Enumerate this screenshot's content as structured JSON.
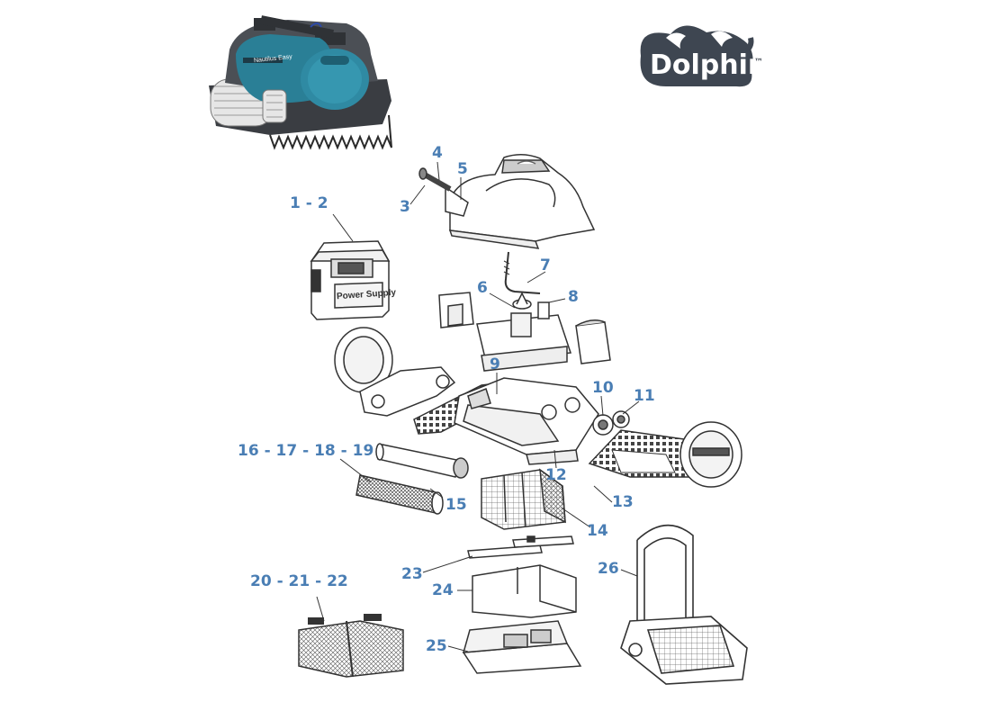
{
  "brand": {
    "logo_text": "Dolphin",
    "trademark": "™",
    "product_badge": "Nautilus Easy"
  },
  "colors": {
    "callout": "#4a7eb4",
    "line_art": "#333333",
    "robot_body": "#2a7f96",
    "robot_shell": "#4b4f55",
    "logo_dark": "#3e4651"
  },
  "parts": {
    "power_supply_label": "Power Supply",
    "callouts": [
      {
        "id": "c-1-2",
        "text": "1 - 2"
      },
      {
        "id": "c-3",
        "text": "3"
      },
      {
        "id": "c-4",
        "text": "4"
      },
      {
        "id": "c-5",
        "text": "5"
      },
      {
        "id": "c-6",
        "text": "6"
      },
      {
        "id": "c-7",
        "text": "7"
      },
      {
        "id": "c-8",
        "text": "8"
      },
      {
        "id": "c-9",
        "text": "9"
      },
      {
        "id": "c-10",
        "text": "10"
      },
      {
        "id": "c-11",
        "text": "11"
      },
      {
        "id": "c-12",
        "text": "12"
      },
      {
        "id": "c-13",
        "text": "13"
      },
      {
        "id": "c-14",
        "text": "14"
      },
      {
        "id": "c-15",
        "text": "15"
      },
      {
        "id": "c-16-19",
        "text": "16 - 17 - 18 - 19"
      },
      {
        "id": "c-20-22",
        "text": "20 - 21 - 22"
      },
      {
        "id": "c-23",
        "text": "23"
      },
      {
        "id": "c-24",
        "text": "24"
      },
      {
        "id": "c-25",
        "text": "25"
      },
      {
        "id": "c-26",
        "text": "26"
      }
    ]
  }
}
